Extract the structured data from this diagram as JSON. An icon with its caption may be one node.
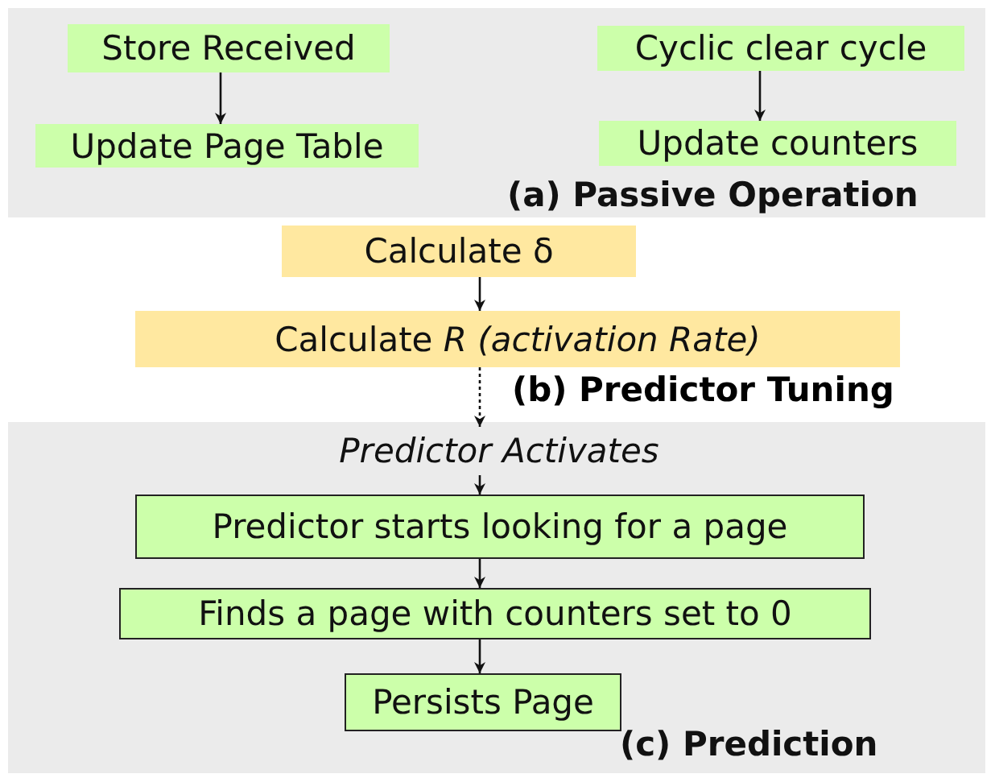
{
  "diagram": {
    "nodes": [
      {
        "text": [
          "(a) Passive Operation"
        ]
      },
      {
        "text": [
          "Store Received"
        ],
        "in": 0
      },
      {
        "text": [
          "Update Page Table"
        ],
        "in": 0
      },
      {
        "text": [
          "Cyclic clear cycle"
        ],
        "in": 0
      },
      {
        "text": [
          "Update counters"
        ],
        "in": 0
      },
      {
        "text": [
          "Calculate δ"
        ]
      },
      {
        "text": [
          "Calculate *R (activation Rate)*"
        ]
      },
      {
        "text": [
          "(c) Prediction"
        ]
      },
      {
        "text": [
          "Predictor Activates"
        ],
        "in": 7
      },
      {
        "text": [
          "Predictor starts looking for a page"
        ],
        "in": 7
      },
      {
        "text": [
          "Finds a page with counters set to 0"
        ],
        "in": 7
      },
      {
        "text": [
          "Persists Page"
        ],
        "in": 7
      }
    ],
    "edges": [
      {
        "from": 1,
        "to": 2,
        "arrow": "to"
      },
      {
        "from": 3,
        "to": 4,
        "arrow": "to"
      },
      {
        "from": 5,
        "to": 6,
        "arrow": "to"
      },
      {
        "from": 6,
        "to": 8,
        "arrow": "to",
        "style": "dashed"
      },
      {
        "from": 8,
        "to": 9,
        "arrow": "to"
      },
      {
        "from": 9,
        "to": 10,
        "arrow": "to"
      },
      {
        "from": 10,
        "to": 11,
        "arrow": "to"
      }
    ],
    "labels": [
      "(b) Predictor Tuning"
    ]
  }
}
